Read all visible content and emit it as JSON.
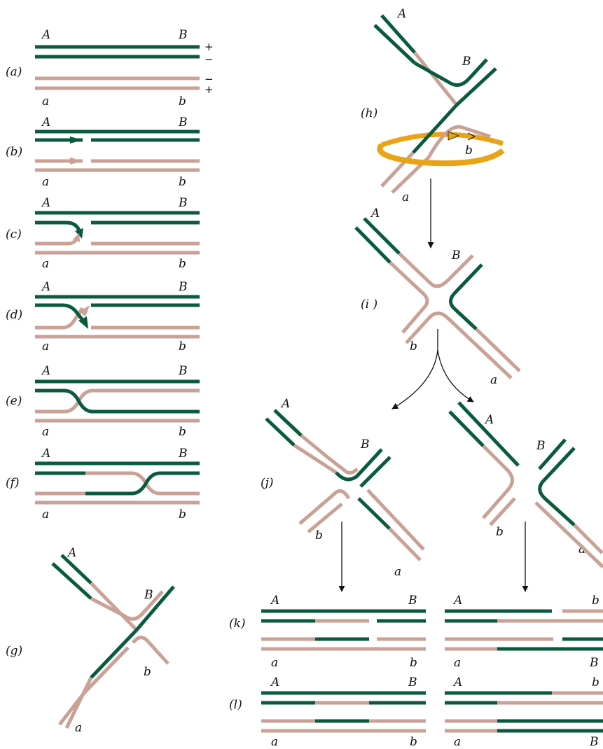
{
  "panels": {
    "a": "(a)",
    "b": "(b)",
    "c": "(c)",
    "d": "(d)",
    "e": "(e)",
    "f": "(f)",
    "g": "(g)",
    "h": "(h)",
    "i": "(i )",
    "j": "(j)",
    "k": "(k)",
    "l": "(l)"
  },
  "alleles": {
    "A": "A",
    "B": "B",
    "a": "a",
    "b": "b"
  },
  "strand_signs": {
    "plus": "+",
    "minus": "−"
  },
  "colors": {
    "strand_green": "#0a5a3e",
    "strand_pink": "#c9a196",
    "rotation_ring": "#e8a317"
  }
}
